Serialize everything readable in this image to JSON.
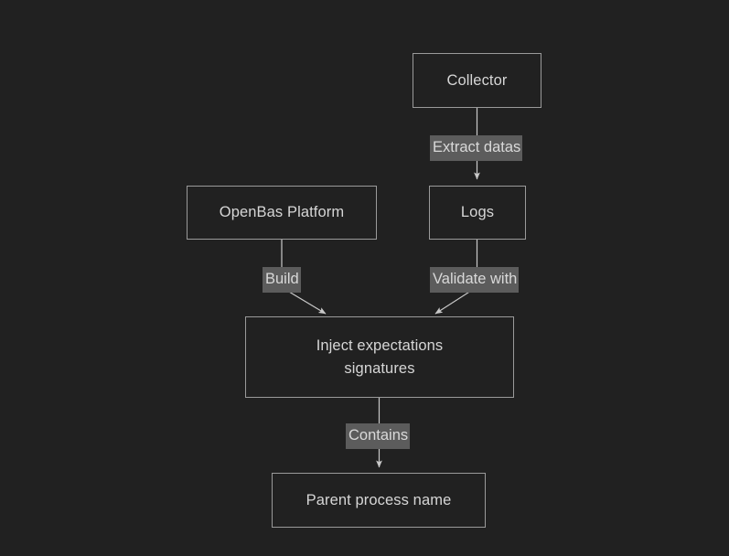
{
  "diagram": {
    "type": "flowchart",
    "background_color": "#212121",
    "node_border_color": "#9a9a9a",
    "node_text_color": "#d6d6d6",
    "edge_color": "#cccccc",
    "edge_label_background": "#5c5c5c",
    "edge_label_text_color": "#d9d9d9",
    "nodes": [
      {
        "id": "collector",
        "label": "Collector"
      },
      {
        "id": "logs",
        "label": "Logs"
      },
      {
        "id": "openbas",
        "label": "OpenBas Platform"
      },
      {
        "id": "inject",
        "label": "Inject expectations\nsignatures"
      },
      {
        "id": "parent",
        "label": "Parent process name"
      }
    ],
    "edges": [
      {
        "id": "collector-logs",
        "from": "collector",
        "to": "logs",
        "label": "Extract datas"
      },
      {
        "id": "openbas-inject",
        "from": "openbas",
        "to": "inject",
        "label": "Build"
      },
      {
        "id": "logs-inject",
        "from": "logs",
        "to": "inject",
        "label": "Validate with"
      },
      {
        "id": "inject-parent",
        "from": "inject",
        "to": "parent",
        "label": "Contains"
      }
    ]
  }
}
